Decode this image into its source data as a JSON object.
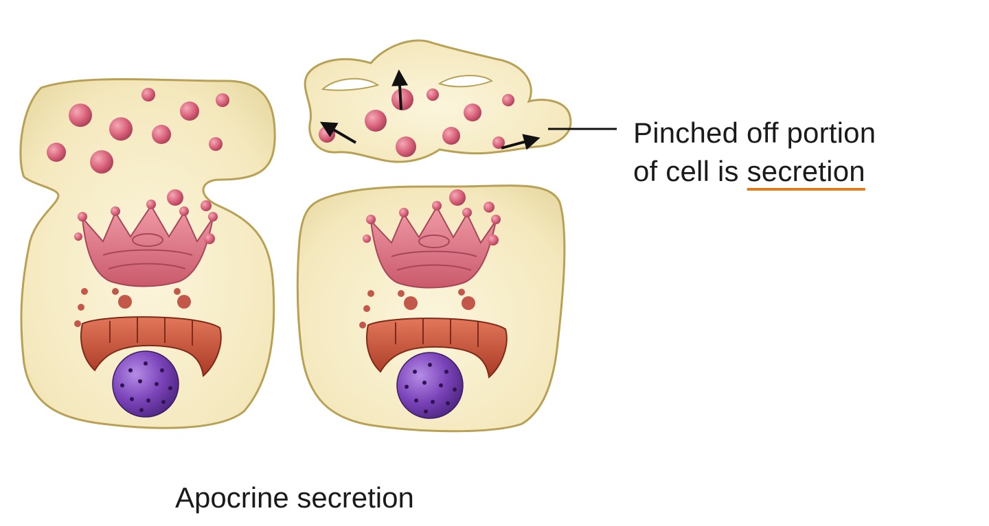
{
  "annotation": {
    "line1": "Pinched off portion",
    "line2_prefix": "of cell is ",
    "line2_emphasis": "secretion"
  },
  "caption": "Apocrine secretion",
  "colors": {
    "cytoplasm": "#f6ecc4",
    "cell_outline": "#b8a054",
    "vesicle": "#d9627a",
    "golgi": "#e27d8e",
    "endoplasmic_reticulum": "#c94f36",
    "nucleus": "#7a43b8",
    "underline": "#e07d1c",
    "arrow": "#111111"
  },
  "components": [
    "left-cell",
    "right-cell",
    "pinched-off-portion",
    "secretory-vesicles",
    "golgi-apparatus",
    "rough-endoplasmic-reticulum",
    "nucleus",
    "movement-arrows"
  ]
}
